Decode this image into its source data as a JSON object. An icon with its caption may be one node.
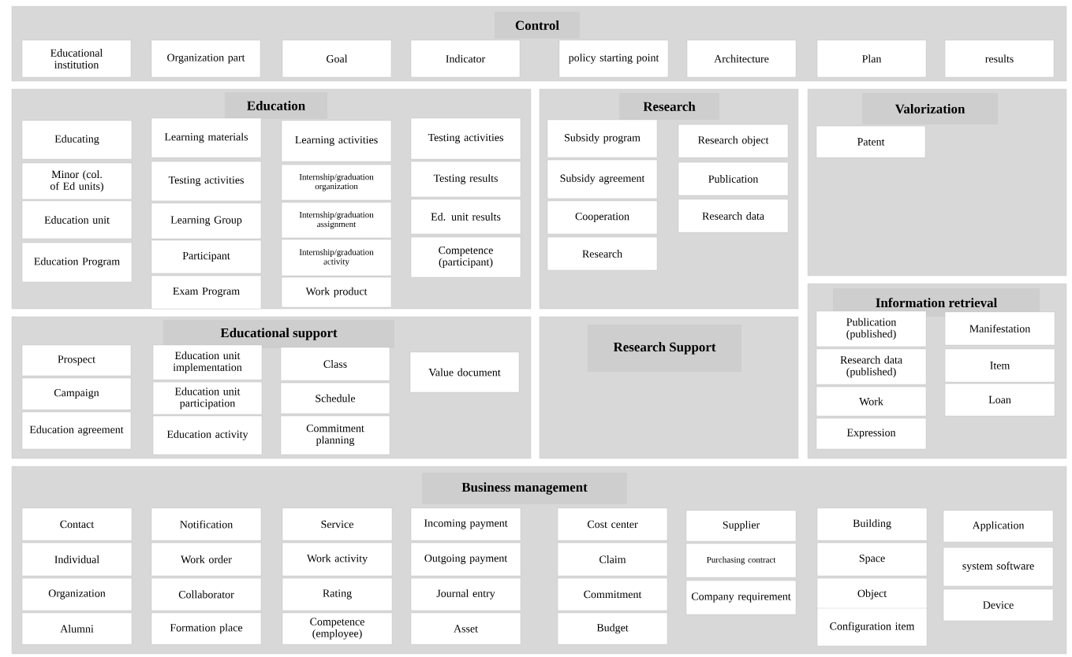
{
  "diagram": {
    "nodes": [
      {
        "text": [
          "Control"
        ]
      },
      {
        "text": [
          "Educational institution"
        ],
        "in": 0
      },
      {
        "text": [
          "Organization part"
        ],
        "in": 0
      },
      {
        "text": [
          "Goal"
        ],
        "in": 0
      },
      {
        "text": [
          "Indicator"
        ],
        "in": 0
      },
      {
        "text": [
          "policy starting point"
        ],
        "in": 0
      },
      {
        "text": [
          "Architecture"
        ],
        "in": 0
      },
      {
        "text": [
          "Plan"
        ],
        "in": 0
      },
      {
        "text": [
          "results"
        ],
        "in": 0
      },
      {
        "text": [
          "Education"
        ]
      },
      {
        "text": [
          "Educating"
        ],
        "in": 9
      },
      {
        "text": [
          "Minor (col. of Ed units)"
        ],
        "in": 9
      },
      {
        "text": [
          "Education unit"
        ],
        "in": 9
      },
      {
        "text": [
          "Education Program"
        ],
        "in": 9
      },
      {
        "text": [
          "Learning materials"
        ],
        "in": 9
      },
      {
        "text": [
          "Testing activities"
        ],
        "in": 9
      },
      {
        "text": [
          "Learning Group"
        ],
        "in": 9
      },
      {
        "text": [
          "Participant"
        ],
        "in": 9
      },
      {
        "text": [
          "Exam Program"
        ],
        "in": 9
      },
      {
        "text": [
          "Learning activities"
        ],
        "in": 9
      },
      {
        "text": [
          "Internship/graduation organization"
        ],
        "in": 9
      },
      {
        "text": [
          "Internship/graduation assignment"
        ],
        "in": 9
      },
      {
        "text": [
          "Internship/graduation activity"
        ],
        "in": 9
      },
      {
        "text": [
          "Work product"
        ],
        "in": 9
      },
      {
        "text": [
          "Testing activities"
        ],
        "in": 9
      },
      {
        "text": [
          "Testing results"
        ],
        "in": 9
      },
      {
        "text": [
          "Ed. unit results"
        ],
        "in": 9
      },
      {
        "text": [
          "Competence (participant)"
        ],
        "in": 9
      },
      {
        "text": [
          "Research"
        ]
      },
      {
        "text": [
          "Subsidy program"
        ],
        "in": 28
      },
      {
        "text": [
          "Subsidy agreement"
        ],
        "in": 28
      },
      {
        "text": [
          "Cooperation"
        ],
        "in": 28
      },
      {
        "text": [
          "Research"
        ],
        "in": 28
      },
      {
        "text": [
          "Research object"
        ],
        "in": 28
      },
      {
        "text": [
          "Publication"
        ],
        "in": 28
      },
      {
        "text": [
          "Research data"
        ],
        "in": 28
      },
      {
        "text": [
          "Valorization"
        ]
      },
      {
        "text": [
          "Patent"
        ],
        "in": 36
      },
      {
        "text": [
          "Educational support"
        ]
      },
      {
        "text": [
          "Prospect"
        ],
        "in": 38
      },
      {
        "text": [
          "Campaign"
        ],
        "in": 38
      },
      {
        "text": [
          "Education agreement"
        ],
        "in": 38
      },
      {
        "text": [
          "Education unit implementation"
        ],
        "in": 38
      },
      {
        "text": [
          "Education unit participation"
        ],
        "in": 38
      },
      {
        "text": [
          "Education activity"
        ],
        "in": 38
      },
      {
        "text": [
          "Class"
        ],
        "in": 38
      },
      {
        "text": [
          "Schedule"
        ],
        "in": 38
      },
      {
        "text": [
          "Commitment planning"
        ],
        "in": 38
      },
      {
        "text": [
          "Value document"
        ],
        "in": 38
      },
      {
        "text": [
          "Research Support"
        ]
      },
      {
        "text": [
          "Information retrieval"
        ]
      },
      {
        "text": [
          "Publication (published)"
        ],
        "in": 50
      },
      {
        "text": [
          "Research data (published)"
        ],
        "in": 50
      },
      {
        "text": [
          "Work"
        ],
        "in": 50
      },
      {
        "text": [
          "Expression"
        ],
        "in": 50
      },
      {
        "text": [
          "Manifestation"
        ],
        "in": 50
      },
      {
        "text": [
          "Item"
        ],
        "in": 50
      },
      {
        "text": [
          "Loan"
        ],
        "in": 50
      },
      {
        "text": [
          "Business management"
        ]
      },
      {
        "text": [
          "Contact"
        ],
        "in": 58
      },
      {
        "text": [
          "Individual"
        ],
        "in": 58
      },
      {
        "text": [
          "Organization"
        ],
        "in": 58
      },
      {
        "text": [
          "Alumni"
        ],
        "in": 58
      },
      {
        "text": [
          "Notification"
        ],
        "in": 58
      },
      {
        "text": [
          "Work order"
        ],
        "in": 58
      },
      {
        "text": [
          "Collaborator"
        ],
        "in": 58
      },
      {
        "text": [
          "Formation place"
        ],
        "in": 58
      },
      {
        "text": [
          "Service"
        ],
        "in": 58
      },
      {
        "text": [
          "Work activity"
        ],
        "in": 58
      },
      {
        "text": [
          "Rating"
        ],
        "in": 58
      },
      {
        "text": [
          "Competence (employee)"
        ],
        "in": 58
      },
      {
        "text": [
          "Incoming payment"
        ],
        "in": 58
      },
      {
        "text": [
          "Outgoing payment"
        ],
        "in": 58
      },
      {
        "text": [
          "Journal entry"
        ],
        "in": 58
      },
      {
        "text": [
          "Asset"
        ],
        "in": 58
      },
      {
        "text": [
          "Cost center"
        ],
        "in": 58
      },
      {
        "text": [
          "Claim"
        ],
        "in": 58
      },
      {
        "text": [
          "Commitment"
        ],
        "in": 58
      },
      {
        "text": [
          "Budget"
        ],
        "in": 58
      },
      {
        "text": [
          "Supplier"
        ],
        "in": 58
      },
      {
        "text": [
          "Purchasing contract"
        ],
        "in": 58
      },
      {
        "text": [
          "Company requirement"
        ],
        "in": 58
      },
      {
        "text": [
          "Building"
        ],
        "in": 58
      },
      {
        "text": [
          "Space"
        ],
        "in": 58
      },
      {
        "text": [
          "Object"
        ],
        "in": 58
      },
      {
        "text": [
          "Configuration item"
        ],
        "in": 58
      },
      {
        "text": [
          "Application"
        ],
        "in": 58
      },
      {
        "text": [
          "system software"
        ],
        "in": 58
      },
      {
        "text": [
          "Device"
        ],
        "in": 58
      }
    ]
  }
}
